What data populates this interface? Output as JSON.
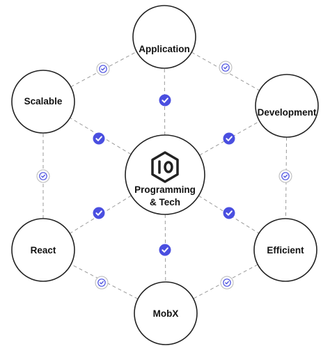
{
  "center": {
    "line1": "Programming",
    "line2": "& Tech"
  },
  "nodes": [
    {
      "id": "application",
      "label": "Application"
    },
    {
      "id": "development",
      "label": "Development"
    },
    {
      "id": "efficient",
      "label": "Efficient"
    },
    {
      "id": "mobx",
      "label": "MobX"
    },
    {
      "id": "react",
      "label": "React"
    },
    {
      "id": "scalable",
      "label": "Scalable"
    }
  ],
  "icons": {
    "center_logo": "hexagon-logo-icon",
    "spoke_badge": "check-circle-filled-icon",
    "ring_badge": "check-circle-outline-icon"
  },
  "colors": {
    "accent": "#4a4fe0",
    "line": "#9a9a9a",
    "stroke": "#222222",
    "badge_outline": "#b8b8b8"
  }
}
